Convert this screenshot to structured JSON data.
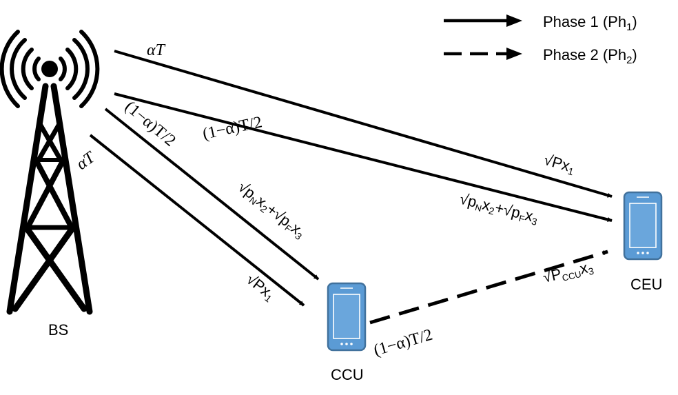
{
  "legend": {
    "phase1": "Phase 1 (Ph",
    "phase1_sub": "1",
    "phase1_close": ")",
    "phase2": "Phase 2 (Ph",
    "phase2_sub": "2",
    "phase2_close": ")"
  },
  "nodes": {
    "bs": "BS",
    "ccu": "CCU",
    "ceu": "CEU"
  },
  "labels": {
    "alpha_t_top": "αT",
    "alpha_t_left": "αT",
    "one_minus_alpha_ceu": "(1−α)T/2",
    "one_minus_alpha_ccu": "(1−α)T/2",
    "one_minus_alpha_relay": "(1−α)T/2"
  },
  "signals": {
    "sqrt": "√",
    "P": "P",
    "p": "p",
    "x": "x",
    "plus": "+",
    "sub_1": "1",
    "sub_2": "2",
    "sub_3": "3",
    "sub_N": "N",
    "sub_F": "F",
    "sub_CCU": "CCU"
  },
  "colors": {
    "line": "#000000",
    "phone_body": "#5b9bd5",
    "phone_border": "#41719c",
    "phone_screen": "#6aa6dc"
  },
  "icons": [
    "tower-icon",
    "phone-icon"
  ]
}
